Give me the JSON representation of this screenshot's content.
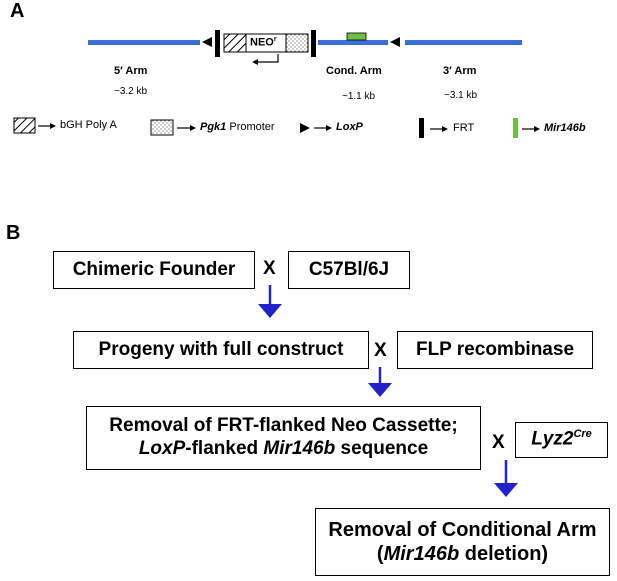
{
  "panel_a": {
    "letter": "A",
    "neo_label": "NEO",
    "neo_sup": "r",
    "arms": [
      {
        "title": "5′ Arm",
        "size": "~3.2 kb"
      },
      {
        "title": "Cond. Arm",
        "size": "~1.1 kb"
      },
      {
        "title": "3′ Arm",
        "size": "~3.1 kb"
      }
    ],
    "legend": {
      "bgh": "bGH Poly A",
      "pgk_italic": "Pgk1",
      "pgk_rest": " Promoter",
      "loxp": "LoxP",
      "frt": "FRT",
      "mir": "Mir146b"
    },
    "colors": {
      "arm": "#3a6fd8",
      "mir": "#6fc041",
      "arrow": "#2222cc"
    }
  },
  "panel_b": {
    "letter": "B",
    "founder": "Chimeric Founder",
    "c57": "C57Bl/6J",
    "progeny": "Progeny with full construct",
    "flp": "FLP recombinase",
    "removal_line1": "Removal of FRT-flanked Neo Cassette;",
    "removal_line2_italic1": "LoxP",
    "removal_line2_mid": "-flanked ",
    "removal_line2_italic2": "Mir146b",
    "removal_line2_end": " sequence",
    "lyz": "Lyz2",
    "lyz_sup": "Cre",
    "final_line1": "Removal of Conditional Arm",
    "final_line2_open": "(",
    "final_line2_italic": "Mir146b",
    "final_line2_end": " deletion)",
    "cross": "X"
  }
}
